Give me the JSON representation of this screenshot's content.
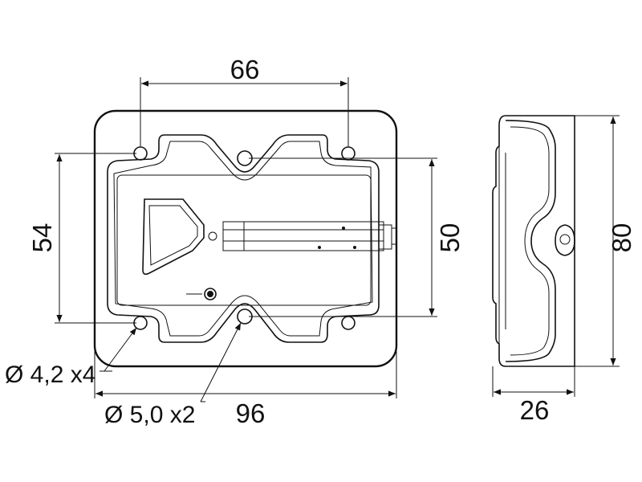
{
  "dimensions": {
    "top_width": "66",
    "left_height": "54",
    "right_height": "50",
    "overall_width": "96",
    "side_height": "80",
    "side_depth": "26"
  },
  "callouts": {
    "small_holes": "Ø 4,2 x4",
    "large_holes": "Ø 5,0 x2"
  },
  "icons": {
    "hole": "circle-hole-icon",
    "triangle": "triangle-reflector-icon"
  }
}
